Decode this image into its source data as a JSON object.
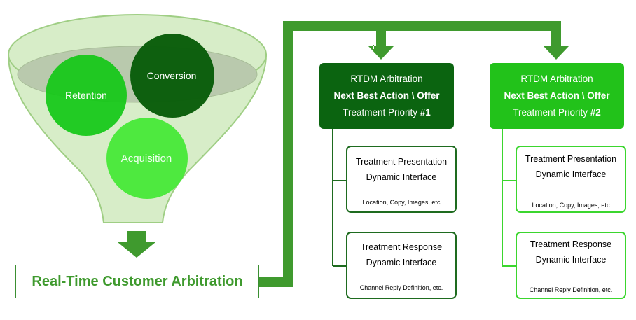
{
  "funnel": {
    "circles": {
      "retention": "Retention",
      "conversion": "Conversion",
      "acquisition": "Acquisition"
    }
  },
  "main_box": {
    "label": "Real-Time Customer Arbitration"
  },
  "arbitration": [
    {
      "line1": "RTDM Arbitration",
      "line2": "Next Best Action \\ Offer",
      "line3_prefix": "Treatment Priority ",
      "line3_num": "#1",
      "treatments": [
        {
          "title": "Treatment Presentation",
          "subtitle": "Dynamic Interface",
          "detail": "Location, Copy, Images, etc"
        },
        {
          "title": "Treatment Response",
          "subtitle": "Dynamic Interface",
          "detail": "Channel Reply Definition, etc."
        }
      ]
    },
    {
      "line1": "RTDM Arbitration",
      "line2": "Next Best Action \\ Offer",
      "line3_prefix": "Treatment Priority ",
      "line3_num": "#2",
      "treatments": [
        {
          "title": "Treatment Presentation",
          "subtitle": "Dynamic Interface",
          "detail": "Location, Copy, Images, etc"
        },
        {
          "title": "Treatment Response",
          "subtitle": "Dynamic Interface",
          "detail": "Channel Reply Definition, etc."
        }
      ]
    }
  ],
  "colors": {
    "dark_green": "#0b6410",
    "bright_green": "#22c21a",
    "connector_green": "#3f9a2e",
    "funnel_fill": "#d6ecc6"
  }
}
